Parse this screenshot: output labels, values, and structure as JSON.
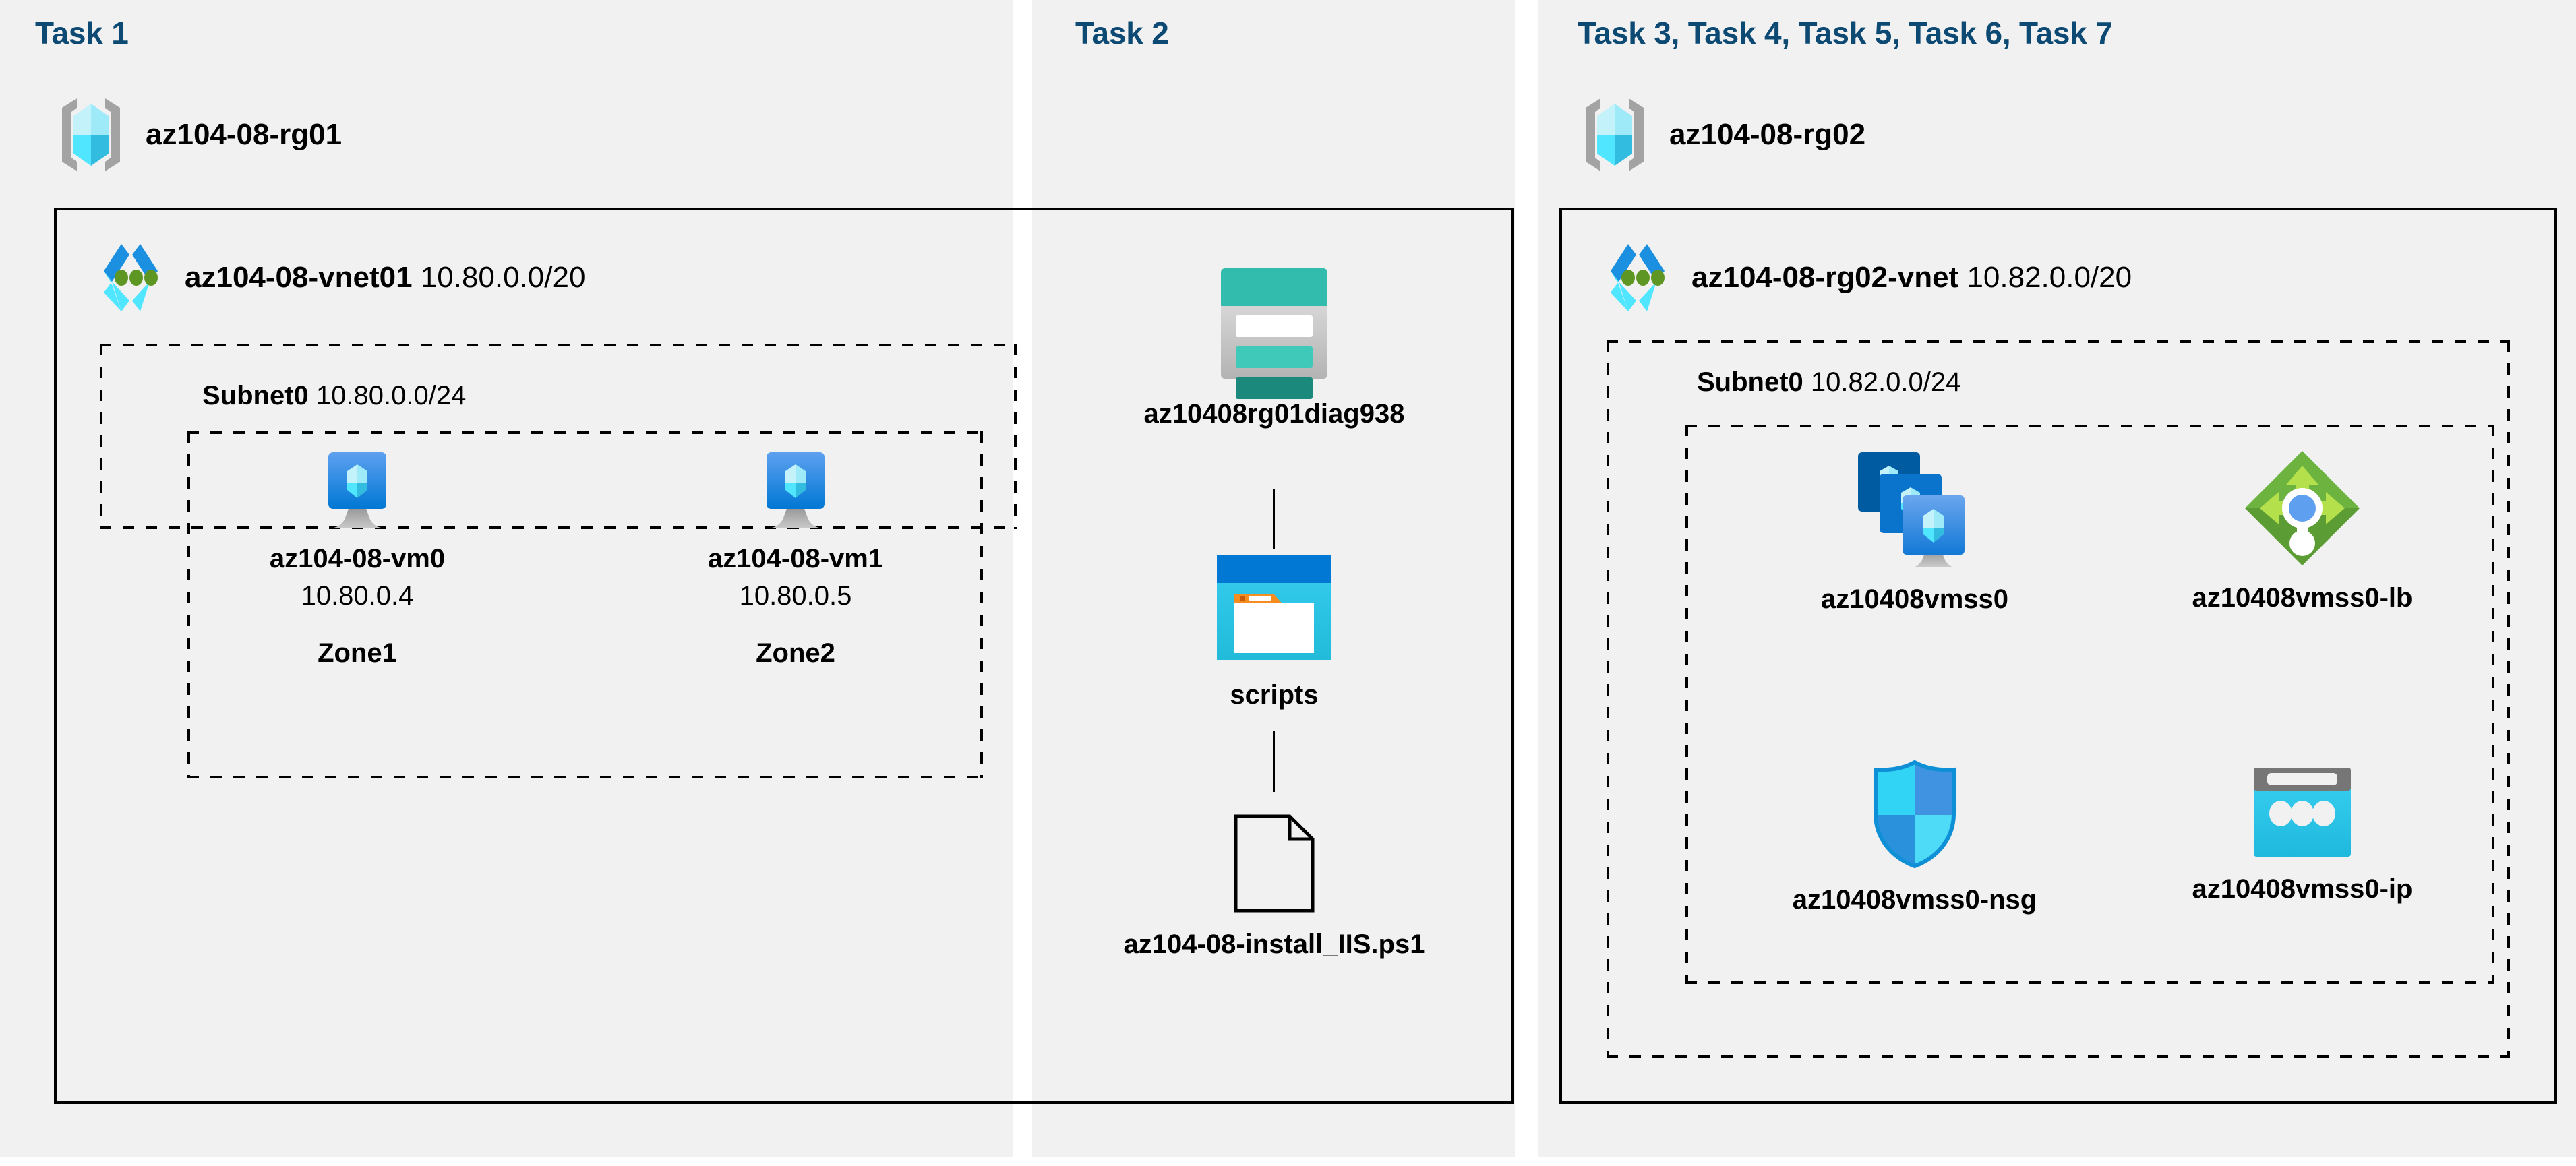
{
  "columns": {
    "col1": {
      "title": "Task 1"
    },
    "col2": {
      "title": "Task 2"
    },
    "col3": {
      "title": "Task 3, Task 4, Task 5, Task 6, Task 7"
    }
  },
  "colors": {
    "task_title": "#0d4a73",
    "panel_bg": "#f1f1f1",
    "page_bg": "#ffffff",
    "border": "#000000",
    "vm_blue": "#3c91e6",
    "vmss_dark_blue": "#005ba1",
    "storage_teal": "#32bcad",
    "container_blue": "#0078d4",
    "container_cyan": "#32c8ea",
    "tag_orange": "#f78d1e",
    "lb_green": "#6cb33f",
    "nsg_cyan": "#32d4f5",
    "ip_cyan": "#32c8ea",
    "rg_bracket_gray": "#a3a3a3"
  },
  "rg01": {
    "icon": "resource-group-icon",
    "name": "az104-08-rg01",
    "vnet": {
      "icon": "virtual-network-icon",
      "name": "az104-08-vnet01",
      "cidr": "10.80.0.0/20",
      "subnet": {
        "name": "Subnet0",
        "cidr": "10.80.0.0/24",
        "vms": [
          {
            "icon": "virtual-machine-icon",
            "name": "az104-08-vm0",
            "ip": "10.80.0.4",
            "zone": "Zone1"
          },
          {
            "icon": "virtual-machine-icon",
            "name": "az104-08-vm1",
            "ip": "10.80.0.5",
            "zone": "Zone2"
          }
        ]
      }
    }
  },
  "task2": {
    "nodes": [
      {
        "icon": "storage-account-icon",
        "name": "az10408rg01diag938"
      },
      {
        "icon": "blob-container-icon",
        "name": "scripts"
      },
      {
        "icon": "file-icon",
        "name": "az104-08-install_IIS.ps1"
      }
    ]
  },
  "rg02": {
    "icon": "resource-group-icon",
    "name": "az104-08-rg02",
    "vnet": {
      "icon": "virtual-network-icon",
      "name": "az104-08-rg02-vnet",
      "cidr": "10.82.0.0/20",
      "subnet": {
        "name": "Subnet0",
        "cidr": "10.82.0.0/24",
        "resources": [
          {
            "icon": "vm-scale-set-icon",
            "name": "az10408vmss0"
          },
          {
            "icon": "load-balancer-icon",
            "name": "az10408vmss0-lb"
          },
          {
            "icon": "network-security-group-icon",
            "name": "az10408vmss0-nsg"
          },
          {
            "icon": "public-ip-address-icon",
            "name": "az10408vmss0-ip"
          }
        ]
      }
    }
  }
}
